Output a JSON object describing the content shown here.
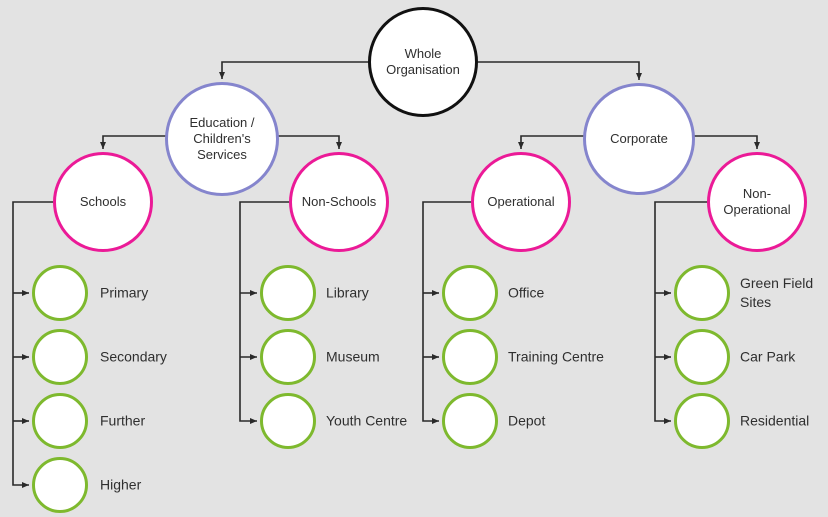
{
  "colors": {
    "background": "#e3e3e3",
    "root_border": "#111111",
    "branch_border": "#8585cd",
    "group_border": "#eb1a97",
    "leaf_border": "#7eb92e",
    "connector": "#2a2a2a",
    "text": "#2f2f2f",
    "node_fill": "#ffffff"
  },
  "diagram": {
    "root": {
      "label": "Whole Organisation"
    },
    "branches": [
      {
        "label": "Education / Children's Services",
        "groups": [
          {
            "label": "Schools",
            "children": [
              "Primary",
              "Secondary",
              "Further",
              "Higher"
            ]
          },
          {
            "label": "Non-Schools",
            "children": [
              "Library",
              "Museum",
              "Youth Centre"
            ]
          }
        ]
      },
      {
        "label": "Corporate",
        "groups": [
          {
            "label": "Operational",
            "children": [
              "Office",
              "Training Centre",
              "Depot"
            ]
          },
          {
            "label": "Non-Operational",
            "children": [
              "Green Field Sites",
              "Car Park",
              "Residential"
            ]
          }
        ]
      }
    ]
  }
}
